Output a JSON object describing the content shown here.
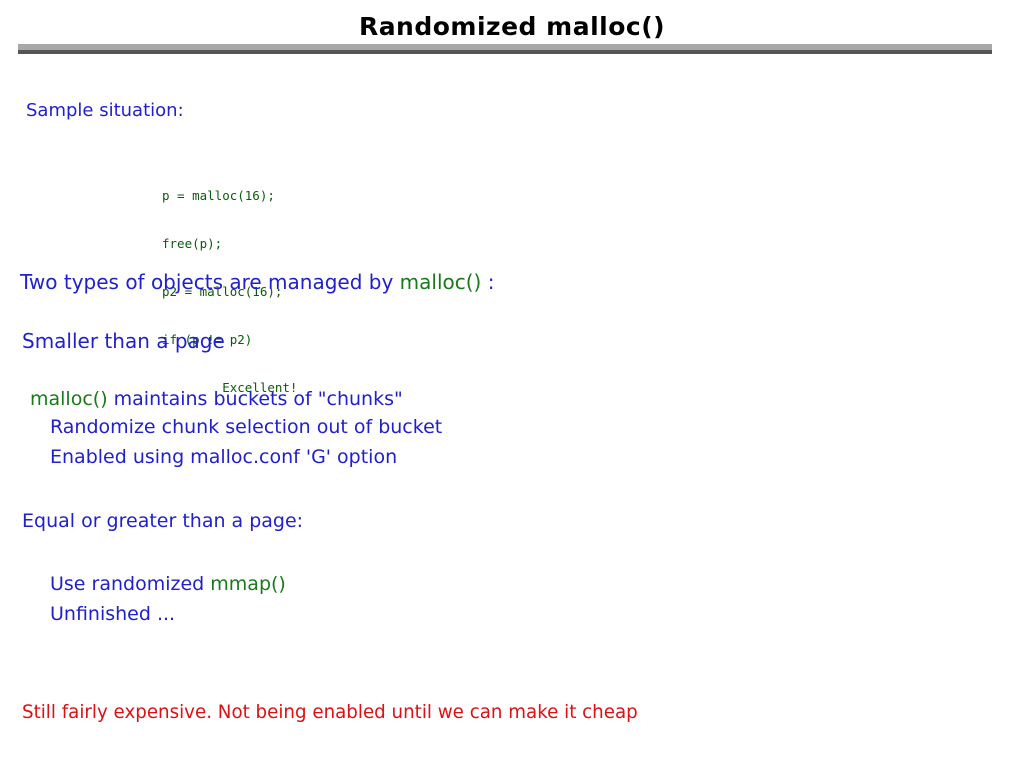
{
  "slide": {
    "title": "Randomized malloc()",
    "title_color": "#000000",
    "rule_light_color": "#a8a8a8",
    "rule_dark_color": "#555555",
    "body_color": "#2020cc",
    "code_color": "#0a5c0a",
    "accent_green": "#1a7a1a",
    "footer_color": "#dd1111"
  },
  "content": {
    "sample_label": "Sample situation:",
    "code": {
      "lines": [
        "p = malloc(16);",
        "free(p);",
        "p2 = malloc(16);",
        "if (p != p2)",
        "        Excellent!"
      ]
    },
    "two_types": {
      "prefix": "Two types of objects are managed by ",
      "code_term": "malloc()",
      "suffix": " :"
    },
    "smaller_heading": "Smaller than a page",
    "maintains": {
      "code_term": "malloc()",
      "rest": " maintains buckets of \"chunks\""
    },
    "bullets_smaller": [
      "Randomize chunk selection out of bucket",
      "Enabled using malloc.conf 'G' option"
    ],
    "equal_heading": "Equal or greater than a page:",
    "use_mmap": {
      "prefix": "Use randomized ",
      "code_term": "mmap()"
    },
    "unfinished": "Unfinished ...",
    "footer": "Still fairly expensive.  Not being enabled until we can make it cheap"
  }
}
